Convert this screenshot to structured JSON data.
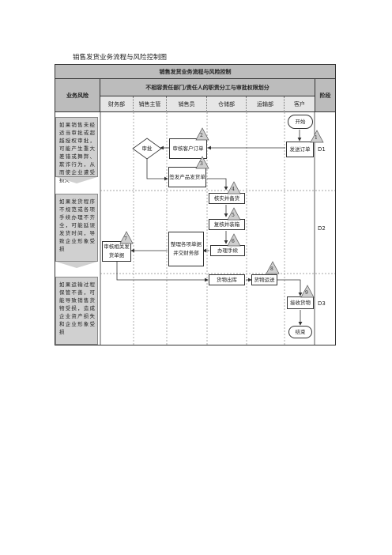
{
  "doc_title": "销售发货业务流程与风险控制图",
  "header": {
    "main_title": "销售发货业务流程与风险控制",
    "risk_label": "业务风险",
    "responsibility_title": "不相容责任部门/责任人的职责分工与审批权限划分",
    "stage_label": "阶段",
    "columns": [
      "财务部",
      "销售主管",
      "销售员",
      "仓储部",
      "运输部",
      "客户"
    ]
  },
  "risks": [
    "如果销售未经适当审批或超越授权审批，可能产生重大差错或舞弊、欺诈行为，从而使企业遭受损失",
    "如果发货程序不规范或各项手续办理不齐全，可能延误发货时间，导致企业形象受损",
    "如果运输过程保管不善，可能导致销售货物受损，造成企业资产损失和企业形象受损"
  ],
  "stages": [
    "D1",
    "D2",
    "D3"
  ],
  "nodes": {
    "start": "开始",
    "send_order": "发送订单",
    "review_order": "审核客户订单",
    "approve": "审批",
    "issue_bill": "签发产品发货单",
    "verify_stock": "核实并备货",
    "recheck_pack": "复核并装箱",
    "procedures": "办理手续",
    "organize_docs": "整理各项单据并交财务部",
    "review_docs": "审核相关发货单据",
    "ship_out": "货物出库",
    "transport": "货物运送",
    "receive": "接收货物",
    "end": "结束"
  },
  "step_numbers": [
    "1",
    "2",
    "3",
    "4",
    "5",
    "6",
    "7",
    "8",
    "9"
  ]
}
